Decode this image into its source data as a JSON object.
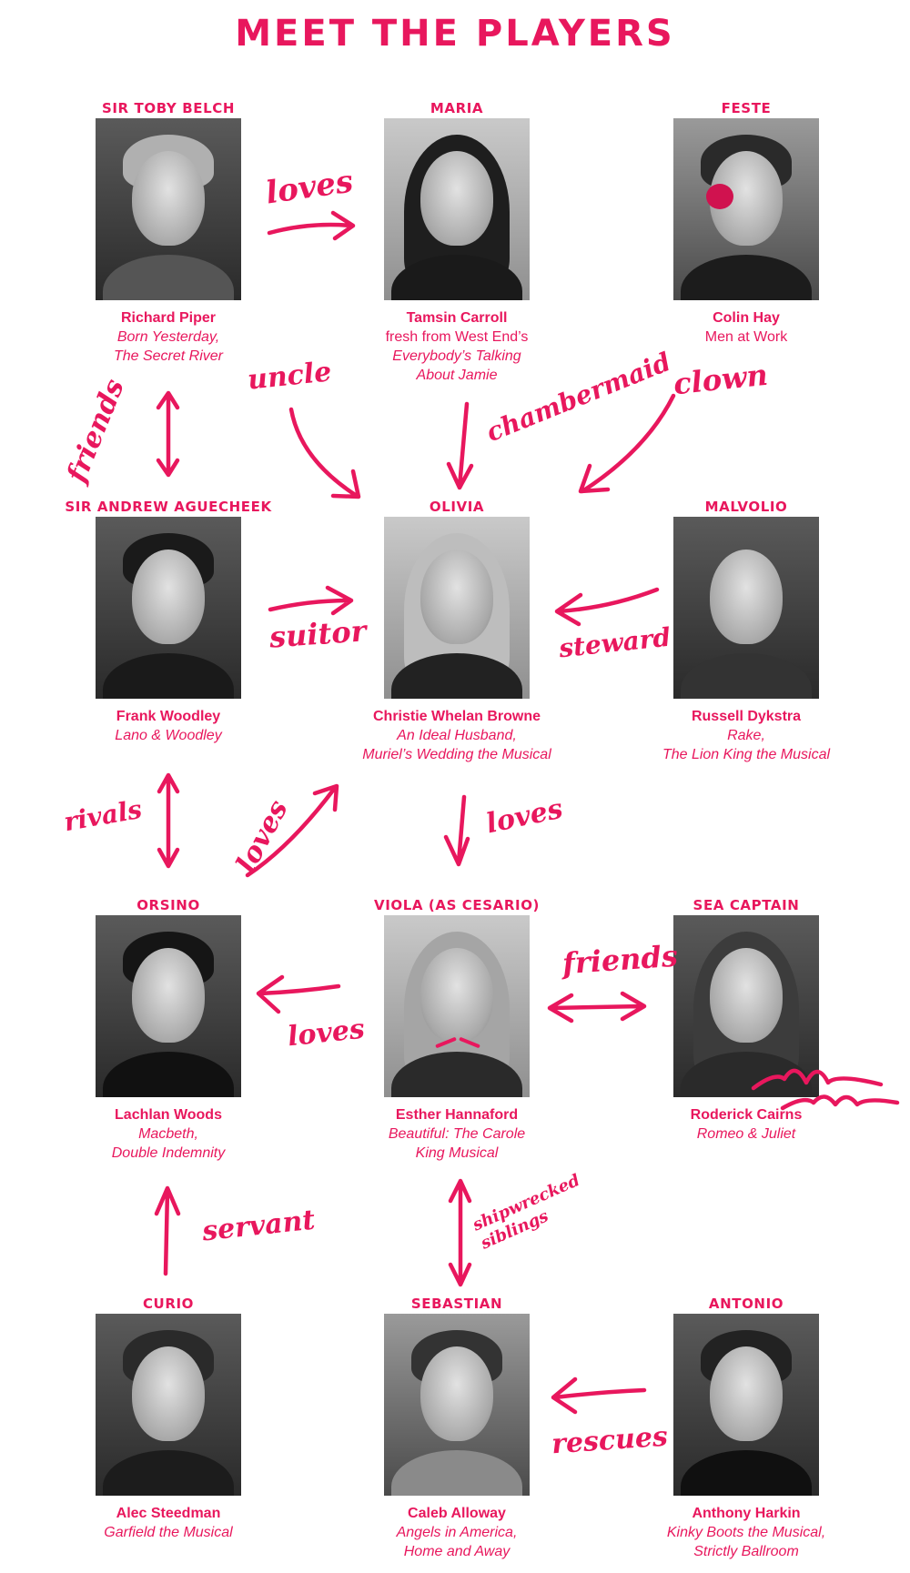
{
  "page": {
    "title": "MEET THE PLAYERS",
    "accent_color": "#e8175d"
  },
  "players": [
    {
      "role": "SIR TOBY BELCH",
      "actor": "Richard Piper",
      "credits": [
        "Born Yesterday,",
        "The Secret River"
      ]
    },
    {
      "role": "MARIA",
      "actor": "Tamsin Carroll",
      "credits": [
        "fresh from West End’s",
        "Everybody’s Talking",
        "About Jamie"
      ]
    },
    {
      "role": "FESTE",
      "actor": "Colin Hay",
      "credits": [
        "Men at Work"
      ]
    },
    {
      "role": "SIR ANDREW AGUECHEEK",
      "actor": "Frank Woodley",
      "credits": [
        "Lano & Woodley"
      ]
    },
    {
      "role": "OLIVIA",
      "actor": "Christie Whelan Browne",
      "credits": [
        "An Ideal Husband,",
        "Muriel’s Wedding the Musical"
      ]
    },
    {
      "role": "MALVOLIO",
      "actor": "Russell Dykstra",
      "credits": [
        "Rake,",
        "The Lion King the Musical"
      ]
    },
    {
      "role": "ORSINO",
      "actor": "Lachlan Woods",
      "credits": [
        "Macbeth,",
        "Double Indemnity"
      ]
    },
    {
      "role": "VIOLA (AS CESARIO)",
      "actor": "Esther Hannaford",
      "credits": [
        "Beautiful: The Carole",
        "King Musical"
      ]
    },
    {
      "role": "SEA CAPTAIN",
      "actor": "Roderick Cairns",
      "credits": [
        "Romeo & Juliet"
      ]
    },
    {
      "role": "CURIO",
      "actor": "Alec Steedman",
      "credits": [
        "Garfield the Musical"
      ]
    },
    {
      "role": "SEBASTIAN",
      "actor": "Caleb Alloway",
      "credits": [
        "Angels in America,",
        "Home and Away"
      ]
    },
    {
      "role": "ANTONIO",
      "actor": "Anthony Harkin",
      "credits": [
        "Kinky Boots the Musical,",
        "Strictly Ballroom"
      ]
    }
  ],
  "relationships": [
    {
      "label": "loves",
      "from": "SIR TOBY BELCH",
      "to": "MARIA"
    },
    {
      "label": "friends",
      "from": "SIR TOBY BELCH",
      "to": "SIR ANDREW AGUECHEEK"
    },
    {
      "label": "uncle",
      "from": "SIR TOBY BELCH",
      "to": "OLIVIA"
    },
    {
      "label": "chambermaid",
      "from": "MARIA",
      "to": "OLIVIA"
    },
    {
      "label": "clown",
      "from": "FESTE",
      "to": "OLIVIA"
    },
    {
      "label": "suitor",
      "from": "SIR ANDREW AGUECHEEK",
      "to": "OLIVIA"
    },
    {
      "label": "steward",
      "from": "MALVOLIO",
      "to": "OLIVIA"
    },
    {
      "label": "rivals",
      "from": "SIR ANDREW AGUECHEEK",
      "to": "ORSINO"
    },
    {
      "label": "loves",
      "from": "ORSINO",
      "to": "OLIVIA"
    },
    {
      "label": "loves",
      "from": "OLIVIA",
      "to": "VIOLA (AS CESARIO)"
    },
    {
      "label": "friends",
      "from": "VIOLA (AS CESARIO)",
      "to": "SEA CAPTAIN"
    },
    {
      "label": "loves",
      "from": "VIOLA (AS CESARIO)",
      "to": "ORSINO"
    },
    {
      "label": "servant",
      "from": "CURIO",
      "to": "ORSINO"
    },
    {
      "label": "shipwrecked siblings",
      "from": "VIOLA (AS CESARIO)",
      "to": "SEBASTIAN"
    },
    {
      "label": "rescues",
      "from": "ANTONIO",
      "to": "SEBASTIAN"
    }
  ]
}
